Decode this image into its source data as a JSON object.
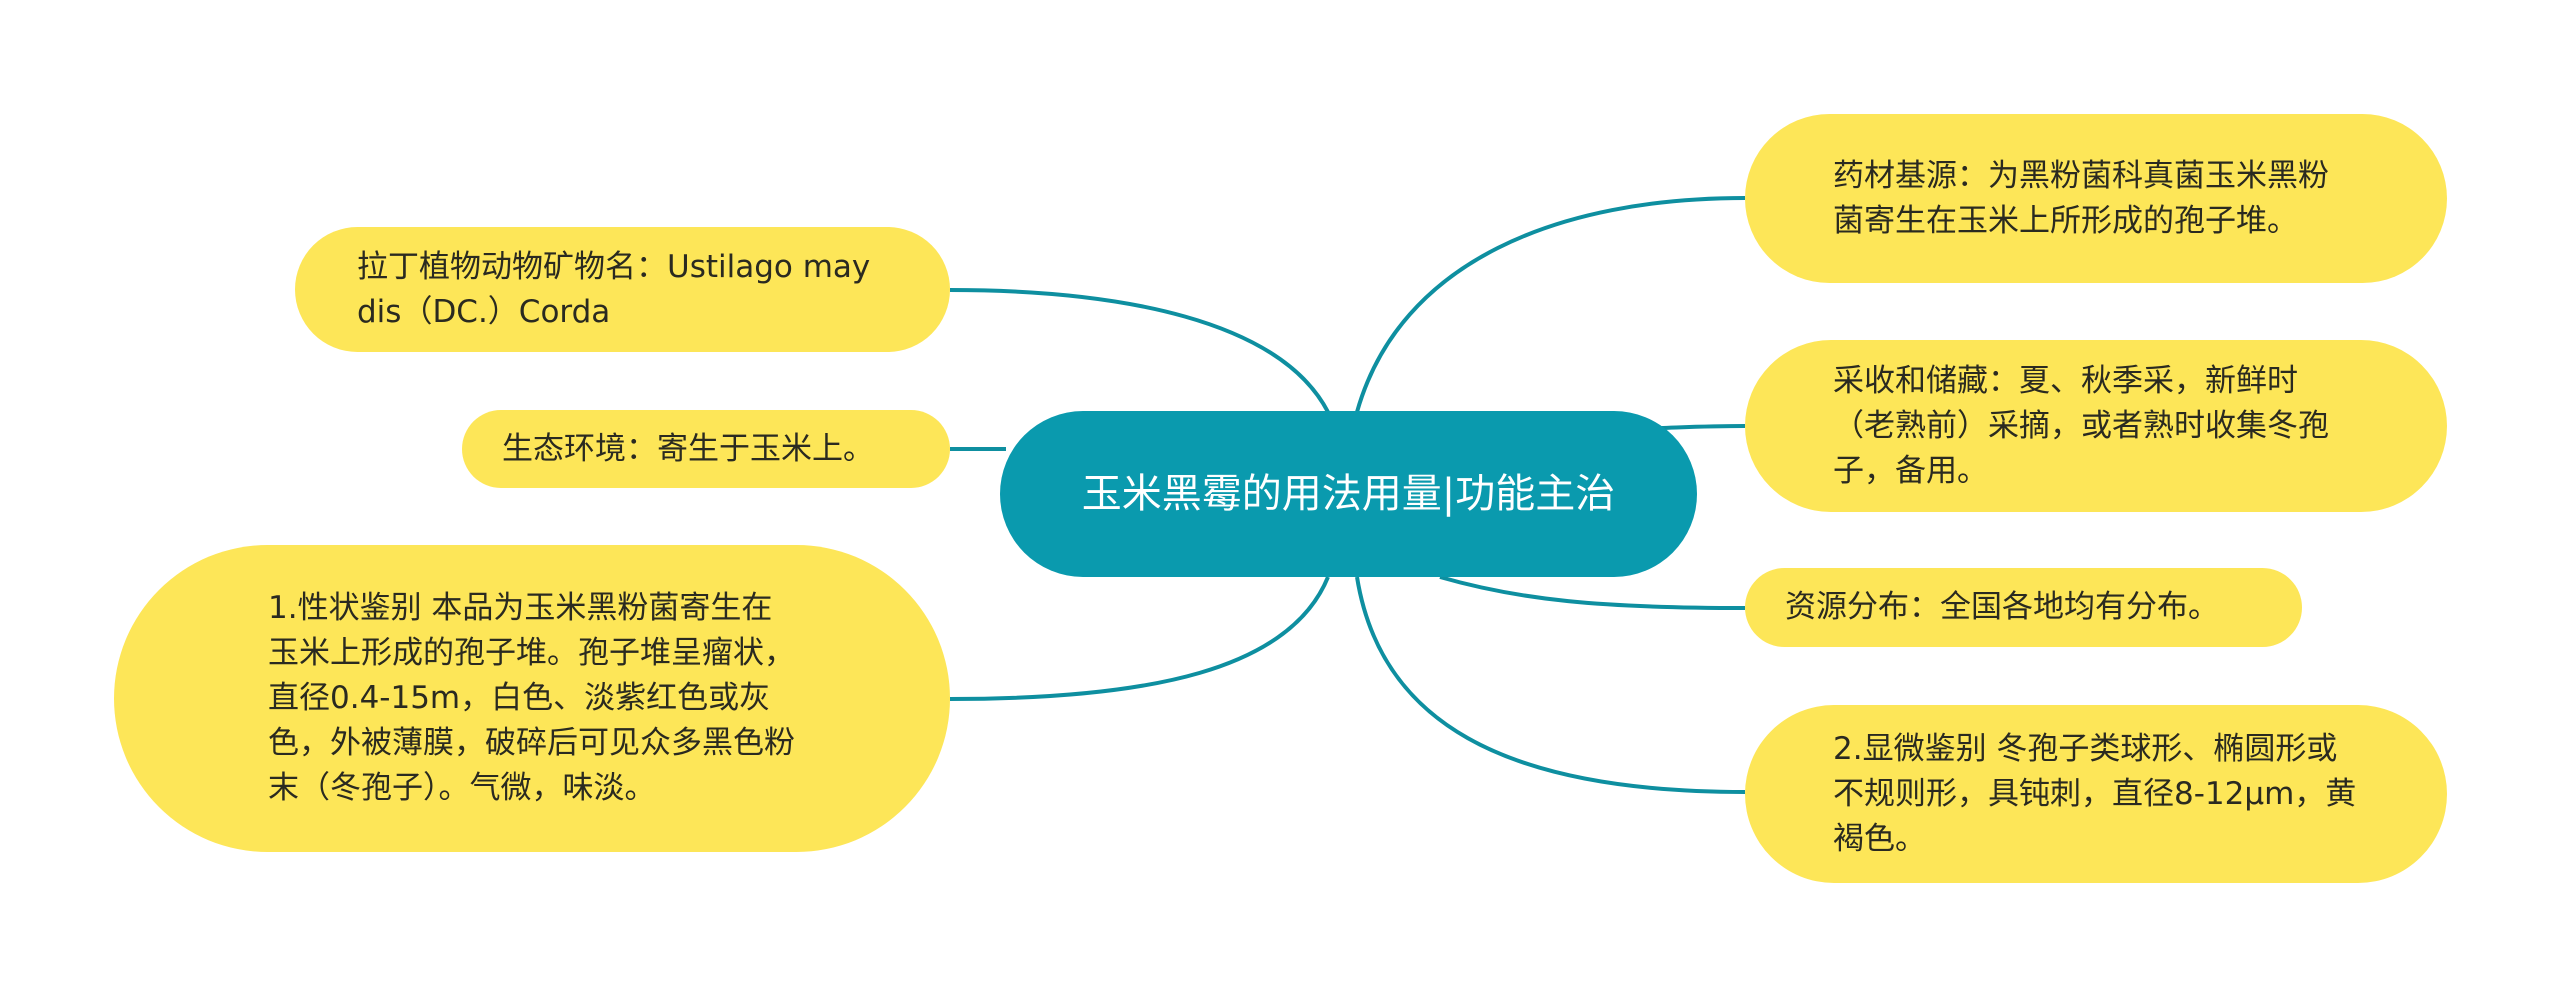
{
  "mindmap": {
    "root": {
      "label": "玉米黑霉的用法用量|功能主治"
    },
    "branches": [
      {
        "id": "source",
        "side": "right",
        "label": "药材基源：为黑粉菌科真菌玉米黑粉菌寄生在玉米上所形成的孢子堆。"
      },
      {
        "id": "harvest",
        "side": "right",
        "label": "采收和储藏：夏、秋季采，新鲜时（老熟前）采摘，或者熟时收集冬孢子，备用。"
      },
      {
        "id": "distribution",
        "side": "right",
        "label": "资源分布：全国各地均有分布。"
      },
      {
        "id": "microscopic",
        "side": "right",
        "label": "2.显微鉴别 冬孢子类球形、椭圆形或不规则形，具钝刺，直径8-12μm，黄褐色。"
      },
      {
        "id": "latin",
        "side": "left",
        "label": "拉丁植物动物矿物名：Ustilago maydis（DC.）Corda"
      },
      {
        "id": "ecology",
        "side": "left",
        "label": "生态环境：寄生于玉米上。"
      },
      {
        "id": "macroscopic",
        "side": "left",
        "label": "1.性状鉴别 本品为玉米黑粉菌寄生在玉米上形成的孢子堆。孢子堆呈瘤状，直径0.4-15m，白色、淡紫红色或灰色，外被薄膜，破碎后可见众多黑色粉末（冬孢子）。气微，味淡。"
      }
    ],
    "colors": {
      "root_fill": "#0a9aae",
      "root_text": "#ffffff",
      "branch_fill": "#fde658",
      "branch_text": "#2a2a20",
      "connector": "#0e8fa0"
    }
  }
}
